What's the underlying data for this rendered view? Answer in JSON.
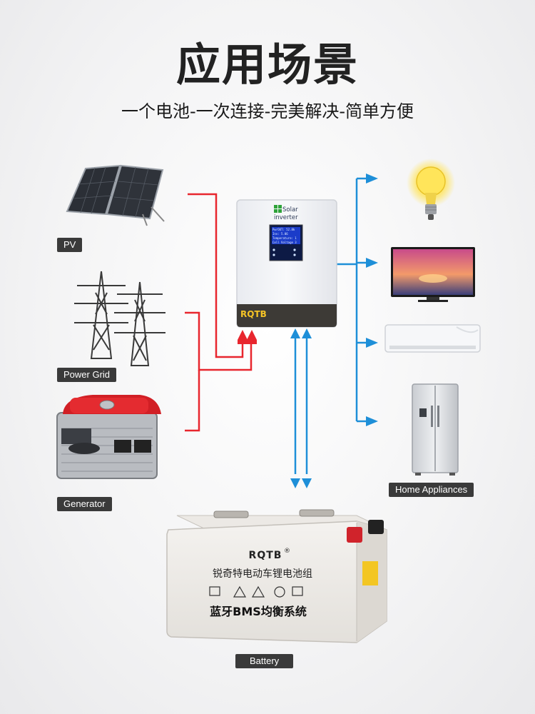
{
  "header": {
    "title": "应用场景",
    "subtitle": "一个电池-一次连接-完美解决-简单方便"
  },
  "sources": [
    {
      "label": "PV",
      "icon": "solar-panel-icon"
    },
    {
      "label": "Power Grid",
      "icon": "power-tower-icon"
    },
    {
      "label": "Generator",
      "icon": "generator-icon"
    }
  ],
  "inverter": {
    "brand": "RQTB",
    "logo_text_line1": "Solar",
    "logo_text_line2": "inverter",
    "lcd_lines": [
      "PwrOUT: 52.8k",
      "Inv: 5.06",
      "Temperature: 1",
      "Cell Voltage 3"
    ]
  },
  "loads": {
    "label": "Home Appliances",
    "items": [
      "light-bulb-icon",
      "tv-icon",
      "air-conditioner-icon",
      "refrigerator-icon"
    ]
  },
  "battery": {
    "label": "Battery",
    "brand": "RQTB",
    "brand_mark": "®",
    "line1": "锐奇特电动车锂电池组",
    "line2": "蓝牙BMS均衡系统"
  },
  "colors": {
    "input_line": "#e8262e",
    "output_line": "#1e8fd8",
    "label_bg": "#3a3a3a"
  }
}
